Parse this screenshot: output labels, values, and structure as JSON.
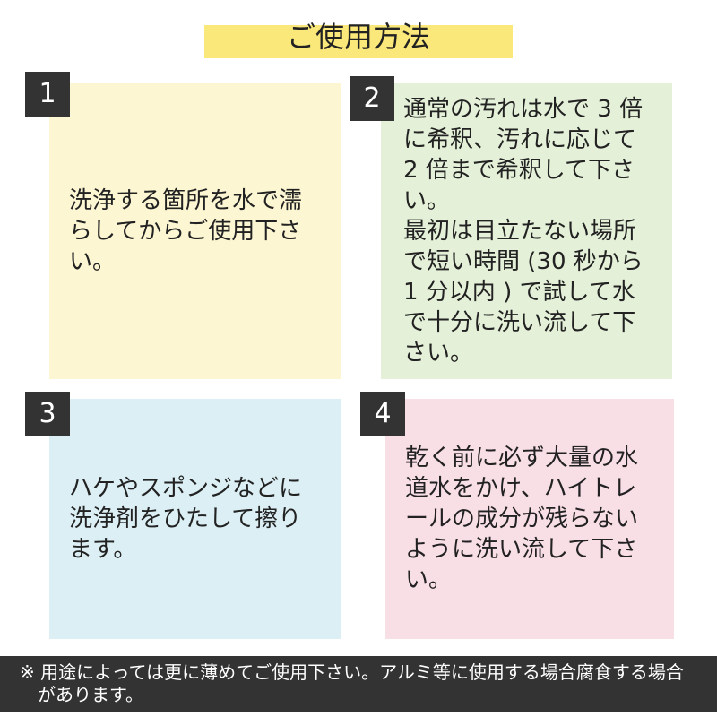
{
  "title": "ご使用方法",
  "steps": [
    {
      "number": "1",
      "lines": [
        "洗浄する箇所を水で濡",
        "らしてからご使用下さ",
        "い。"
      ]
    },
    {
      "number": "2",
      "lines": [
        "通常の汚れは水で 3 倍",
        "に希釈、汚れに応じて",
        "2 倍まで希釈して下さ",
        "い。",
        "最初は目立たない場所",
        "で短い時間 (30 秒から",
        "1 分以内 ) で試して水",
        "で十分に洗い流して下",
        "さい。"
      ]
    },
    {
      "number": "3",
      "lines": [
        "ハケやスポンジなどに",
        "洗浄剤をひたして擦り",
        "ます。"
      ]
    },
    {
      "number": "4",
      "lines": [
        "乾く前に必ず大量の水",
        "道水をかけ、ハイトレ",
        "ールの成分が残らない",
        "ように洗い流して下さ",
        "い。"
      ]
    }
  ],
  "footer": {
    "line1": "※ 用途によっては更に薄めてご使用下さい。アルミ等に使用する場合腐食する場合",
    "line2": "があります。"
  }
}
